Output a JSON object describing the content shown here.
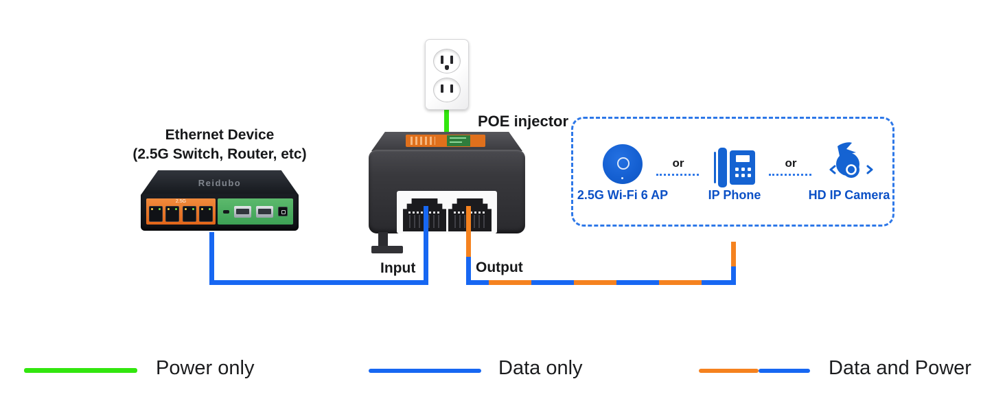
{
  "poe_injector": {
    "label": "POE injector",
    "input_label": "Input",
    "output_label": "Output"
  },
  "ethernet_device": {
    "title": "Ethernet Device",
    "subtitle": "(2.5G Switch, Router, etc)",
    "brand": "Reidubo",
    "port_group_label": "2.5G"
  },
  "powered_devices": {
    "separator": "or",
    "items": [
      {
        "label": "2.5G Wi-Fi 6 AP",
        "icon": "wifi-ap-icon"
      },
      {
        "label": "IP Phone",
        "icon": "ip-phone-icon"
      },
      {
        "label": "HD IP Camera",
        "icon": "ip-camera-icon"
      }
    ]
  },
  "legend": {
    "items": [
      {
        "label": "Power only",
        "line": "green"
      },
      {
        "label": "Data only",
        "line": "blue"
      },
      {
        "label": "Data and Power",
        "line": "orange-blue"
      }
    ]
  },
  "colors": {
    "power_green": "#32e60e",
    "data_blue": "#1767f2",
    "power_orange": "#f5821f",
    "icon_blue": "#1563d2",
    "label_blue": "#0b50c6",
    "box_blue": "#2e78e8"
  }
}
